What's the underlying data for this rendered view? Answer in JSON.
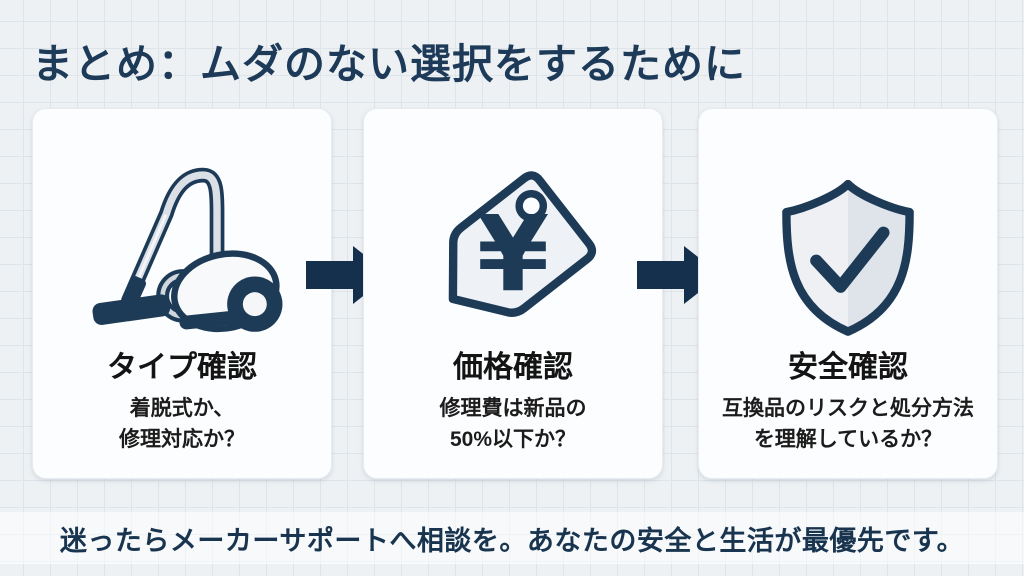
{
  "slide": {
    "title": "まとめ：ムダのない選択をするために",
    "footer": "迷ったらメーカーサポートへ相談を。あなたの安全と生活が最優先です。"
  },
  "steps": [
    {
      "icon": "vacuum-cleaner-icon",
      "title": "タイプ確認",
      "desc_line1": "着脱式か、",
      "desc_line2": "修理対応か？"
    },
    {
      "icon": "yen-price-tag-icon",
      "symbol": "¥",
      "title": "価格確認",
      "desc_line1": "修理費は新品の",
      "desc_line2": "50%以下か？"
    },
    {
      "icon": "shield-check-icon",
      "title": "安全確認",
      "desc_line1": "互換品のリスクと処分方法",
      "desc_line2": "を理解しているか？"
    }
  ],
  "colors": {
    "accent_navy": "#1d3a57",
    "arrow_navy": "#14304d",
    "background": "#edf1f4",
    "grid_line": "#dde4ea",
    "card_bg": "#fcfdfe",
    "slide_title_text": "#1d3a58",
    "card_title_text": "#141414",
    "footer_text": "#18344f",
    "footer_band": "rgba(255,255,255,0.55)"
  }
}
